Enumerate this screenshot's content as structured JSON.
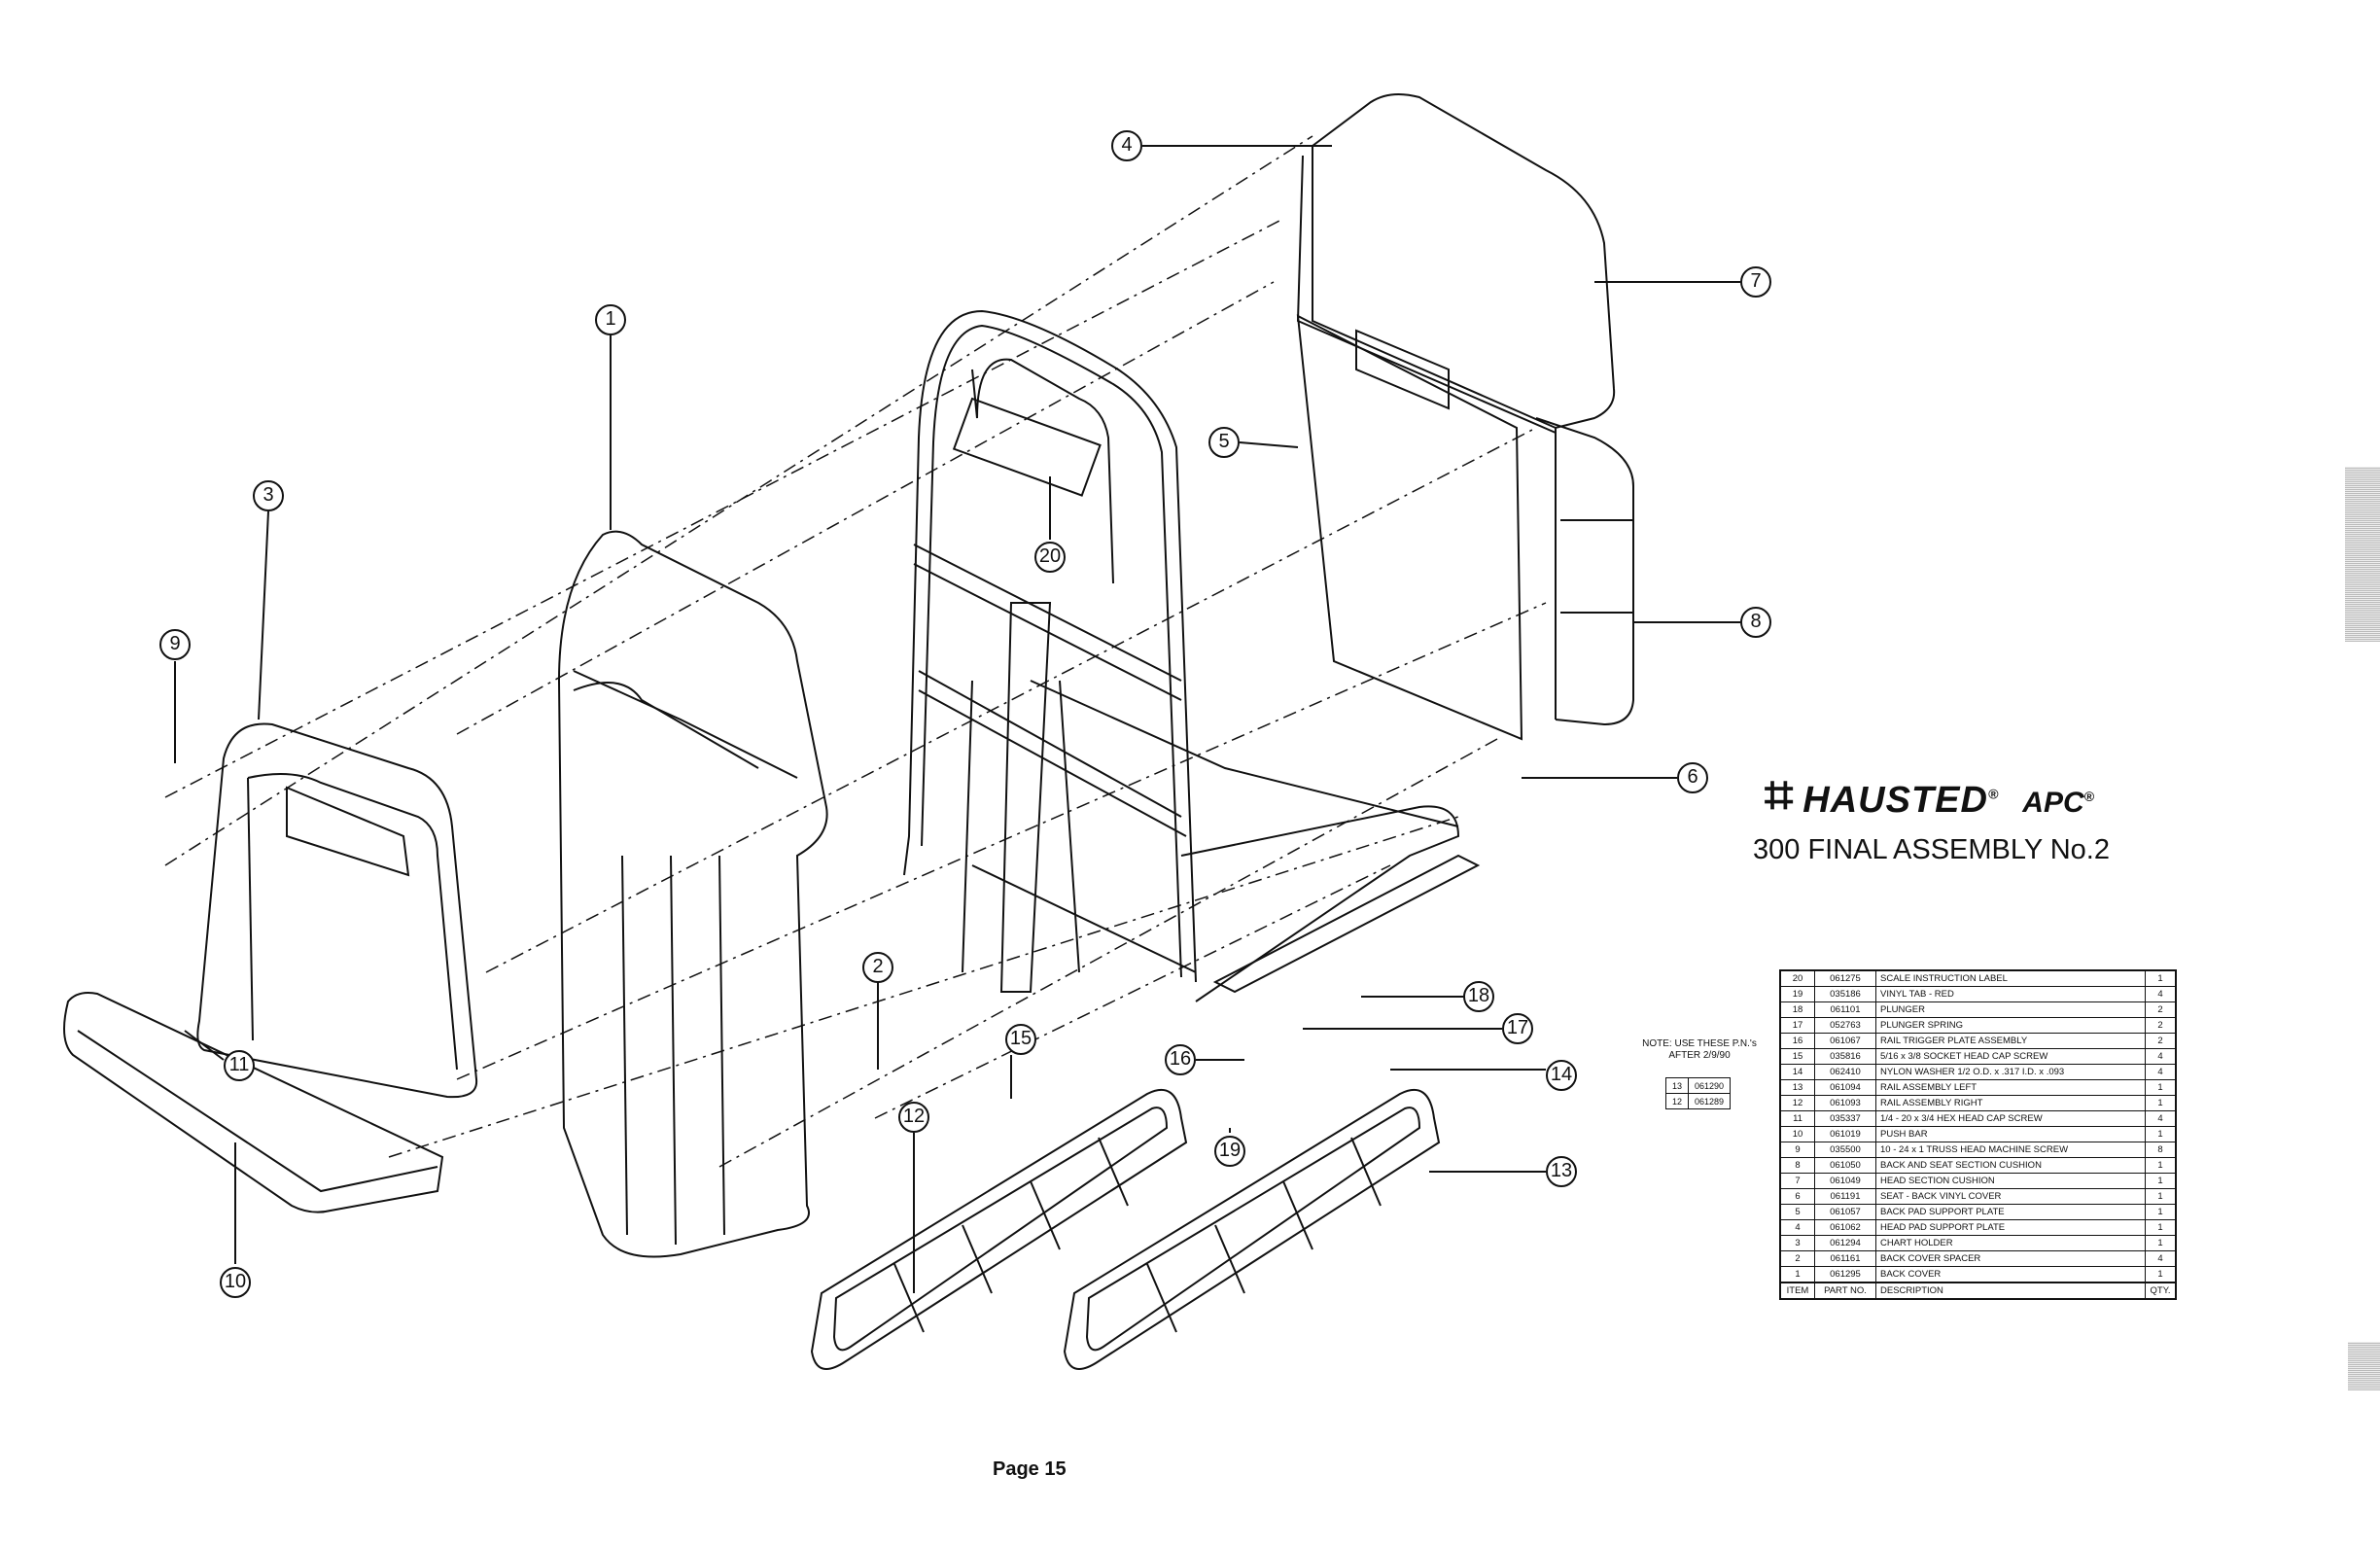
{
  "brand": {
    "name": "HAUSTED",
    "sub": "APC",
    "reg": "®"
  },
  "assembly_title": "300 FINAL ASSEMBLY No.2",
  "page_label": "Page 15",
  "note": {
    "text": "NOTE: USE THESE P.N.'s AFTER 2/9/90",
    "rows": [
      {
        "item": "13",
        "part": "061290"
      },
      {
        "item": "12",
        "part": "061289"
      }
    ]
  },
  "parts_table": {
    "headers": {
      "item": "ITEM",
      "part": "PART NO.",
      "description": "DESCRIPTION",
      "qty": "QTY."
    },
    "rows": [
      {
        "item": "20",
        "part": "061275",
        "description": "SCALE INSTRUCTION LABEL",
        "qty": "1"
      },
      {
        "item": "19",
        "part": "035186",
        "description": "VINYL TAB - RED",
        "qty": "4"
      },
      {
        "item": "18",
        "part": "061101",
        "description": "PLUNGER",
        "qty": "2"
      },
      {
        "item": "17",
        "part": "052763",
        "description": "PLUNGER SPRING",
        "qty": "2"
      },
      {
        "item": "16",
        "part": "061067",
        "description": "RAIL TRIGGER PLATE ASSEMBLY",
        "qty": "2"
      },
      {
        "item": "15",
        "part": "035816",
        "description": "5/16 x 3/8 SOCKET HEAD CAP SCREW",
        "qty": "4"
      },
      {
        "item": "14",
        "part": "062410",
        "description": "NYLON WASHER 1/2 O.D. x .317 I.D. x .093",
        "qty": "4"
      },
      {
        "item": "13",
        "part": "061094",
        "description": "RAIL ASSEMBLY LEFT",
        "qty": "1"
      },
      {
        "item": "12",
        "part": "061093",
        "description": "RAIL ASSEMBLY RIGHT",
        "qty": "1"
      },
      {
        "item": "11",
        "part": "035337",
        "description": "1/4 - 20 x 3/4 HEX HEAD CAP SCREW",
        "qty": "4"
      },
      {
        "item": "10",
        "part": "061019",
        "description": "PUSH BAR",
        "qty": "1"
      },
      {
        "item": "9",
        "part": "035500",
        "description": "10 - 24 x 1 TRUSS HEAD MACHINE SCREW",
        "qty": "8"
      },
      {
        "item": "8",
        "part": "061050",
        "description": "BACK AND SEAT SECTION CUSHION",
        "qty": "1"
      },
      {
        "item": "7",
        "part": "061049",
        "description": "HEAD SECTION CUSHION",
        "qty": "1"
      },
      {
        "item": "6",
        "part": "061191",
        "description": "SEAT - BACK VINYL COVER",
        "qty": "1"
      },
      {
        "item": "5",
        "part": "061057",
        "description": "BACK PAD SUPPORT PLATE",
        "qty": "1"
      },
      {
        "item": "4",
        "part": "061062",
        "description": "HEAD PAD SUPPORT PLATE",
        "qty": "1"
      },
      {
        "item": "3",
        "part": "061294",
        "description": "CHART HOLDER",
        "qty": "1"
      },
      {
        "item": "2",
        "part": "061161",
        "description": "BACK COVER SPACER",
        "qty": "4"
      },
      {
        "item": "1",
        "part": "061295",
        "description": "BACK COVER",
        "qty": "1"
      }
    ]
  },
  "callouts": [
    "1",
    "2",
    "3",
    "4",
    "5",
    "6",
    "7",
    "8",
    "9",
    "10",
    "11",
    "12",
    "13",
    "14",
    "15",
    "16",
    "17",
    "18",
    "19",
    "20"
  ]
}
